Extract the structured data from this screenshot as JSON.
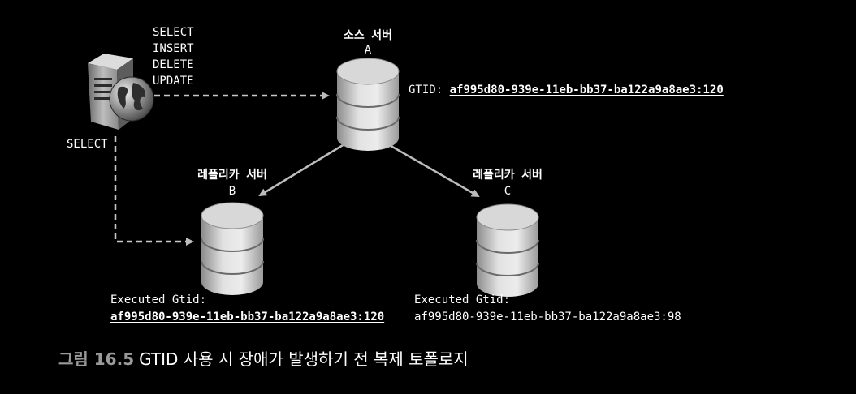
{
  "client": {
    "write_queries": [
      "SELECT",
      "INSERT",
      "DELETE",
      "UPDATE"
    ],
    "read_query": "SELECT"
  },
  "servers": {
    "source": {
      "title": "소스 서버",
      "id": "A",
      "gtid_label": "GTID:",
      "gtid_value": "af995d80-939e-11eb-bb37-ba122a9a8ae3:120"
    },
    "replica_b": {
      "title": "레플리카 서버",
      "id": "B",
      "exec_label": "Executed_Gtid:",
      "exec_value": "af995d80-939e-11eb-bb37-ba122a9a8ae3:120"
    },
    "replica_c": {
      "title": "레플리카 서버",
      "id": "C",
      "exec_label": "Executed_Gtid:",
      "exec_value": "af995d80-939e-11eb-bb37-ba122a9a8ae3:98"
    }
  },
  "caption": {
    "label": "그림 16.5",
    "text": "GTID 사용 시 장애가 발생하기 전 복제 토폴로지"
  }
}
